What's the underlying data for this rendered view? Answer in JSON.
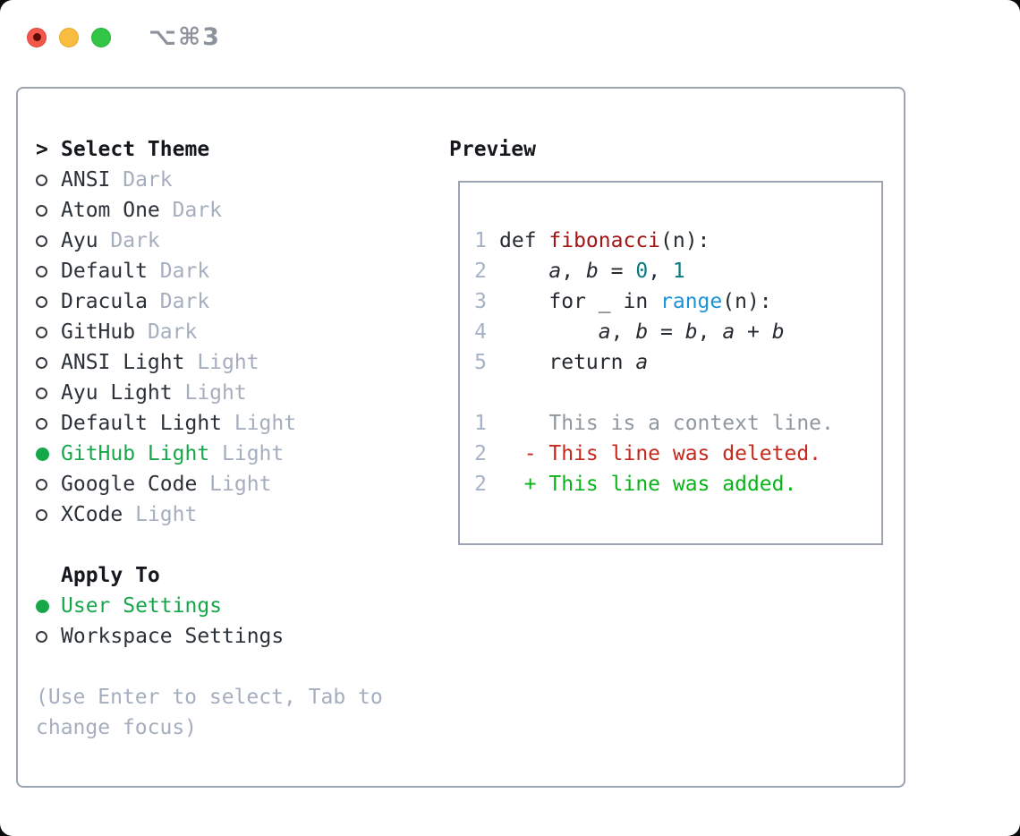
{
  "window": {
    "shortcut_label": "⌥⌘3"
  },
  "theme_selector": {
    "prompt_icon": ">",
    "title": "Select Theme",
    "themes": [
      {
        "name": "ANSI",
        "variant": "Dark",
        "selected": false
      },
      {
        "name": "Atom One",
        "variant": "Dark",
        "selected": false
      },
      {
        "name": "Ayu",
        "variant": "Dark",
        "selected": false
      },
      {
        "name": "Default",
        "variant": "Dark",
        "selected": false
      },
      {
        "name": "Dracula",
        "variant": "Dark",
        "selected": false
      },
      {
        "name": "GitHub",
        "variant": "Dark",
        "selected": false
      },
      {
        "name": "ANSI Light",
        "variant": "Light",
        "selected": false
      },
      {
        "name": "Ayu Light",
        "variant": "Light",
        "selected": false
      },
      {
        "name": "Default Light",
        "variant": "Light",
        "selected": false
      },
      {
        "name": "GitHub Light",
        "variant": "Light",
        "selected": true
      },
      {
        "name": "Google Code",
        "variant": "Light",
        "selected": false
      },
      {
        "name": "XCode",
        "variant": "Light",
        "selected": false
      }
    ],
    "apply_to": {
      "title": "Apply To",
      "options": [
        {
          "label": "User Settings",
          "selected": true
        },
        {
          "label": "Workspace Settings",
          "selected": false
        }
      ]
    },
    "help_text": "(Use Enter to select, Tab to change focus)"
  },
  "preview": {
    "title": "Preview",
    "code_lines": [
      {
        "num": "1",
        "tokens": [
          {
            "t": "plain",
            "s": "def "
          },
          {
            "t": "func",
            "s": "fibonacci"
          },
          {
            "t": "plain",
            "s": "(n):"
          }
        ]
      },
      {
        "num": "2",
        "tokens": [
          {
            "t": "plain",
            "s": "    "
          },
          {
            "t": "var",
            "s": "a"
          },
          {
            "t": "plain",
            "s": ", "
          },
          {
            "t": "var",
            "s": "b"
          },
          {
            "t": "plain",
            "s": " = "
          },
          {
            "t": "num",
            "s": "0"
          },
          {
            "t": "plain",
            "s": ", "
          },
          {
            "t": "num",
            "s": "1"
          }
        ]
      },
      {
        "num": "3",
        "tokens": [
          {
            "t": "plain",
            "s": "    for _ in "
          },
          {
            "t": "builtin",
            "s": "range"
          },
          {
            "t": "plain",
            "s": "(n):"
          }
        ]
      },
      {
        "num": "4",
        "tokens": [
          {
            "t": "plain",
            "s": "        "
          },
          {
            "t": "var",
            "s": "a"
          },
          {
            "t": "plain",
            "s": ", "
          },
          {
            "t": "var",
            "s": "b"
          },
          {
            "t": "plain",
            "s": " = "
          },
          {
            "t": "var",
            "s": "b"
          },
          {
            "t": "plain",
            "s": ", "
          },
          {
            "t": "var",
            "s": "a"
          },
          {
            "t": "plain",
            "s": " + "
          },
          {
            "t": "var",
            "s": "b"
          }
        ]
      },
      {
        "num": "5",
        "tokens": [
          {
            "t": "plain",
            "s": "    return "
          },
          {
            "t": "var",
            "s": "a"
          }
        ]
      },
      {
        "blank": true
      },
      {
        "num": "1",
        "tokens": [
          {
            "t": "ctx",
            "s": "    This is a context line."
          }
        ]
      },
      {
        "num": "2",
        "tokens": [
          {
            "t": "del",
            "s": "  - This line was deleted."
          }
        ]
      },
      {
        "num": "2",
        "tokens": [
          {
            "t": "add",
            "s": "  + This line was added."
          }
        ]
      }
    ]
  },
  "colors": {
    "selection_green": "#17a74b",
    "diff_added_green": "#0ab418",
    "diff_deleted_red": "#c5281c",
    "function_red": "#a31515",
    "number_teal": "#0b7a80",
    "builtin_blue": "#1b93d6",
    "muted_gray": "#a5aebe",
    "text_black": "#262b31",
    "border_gray": "#9ba4b0"
  }
}
